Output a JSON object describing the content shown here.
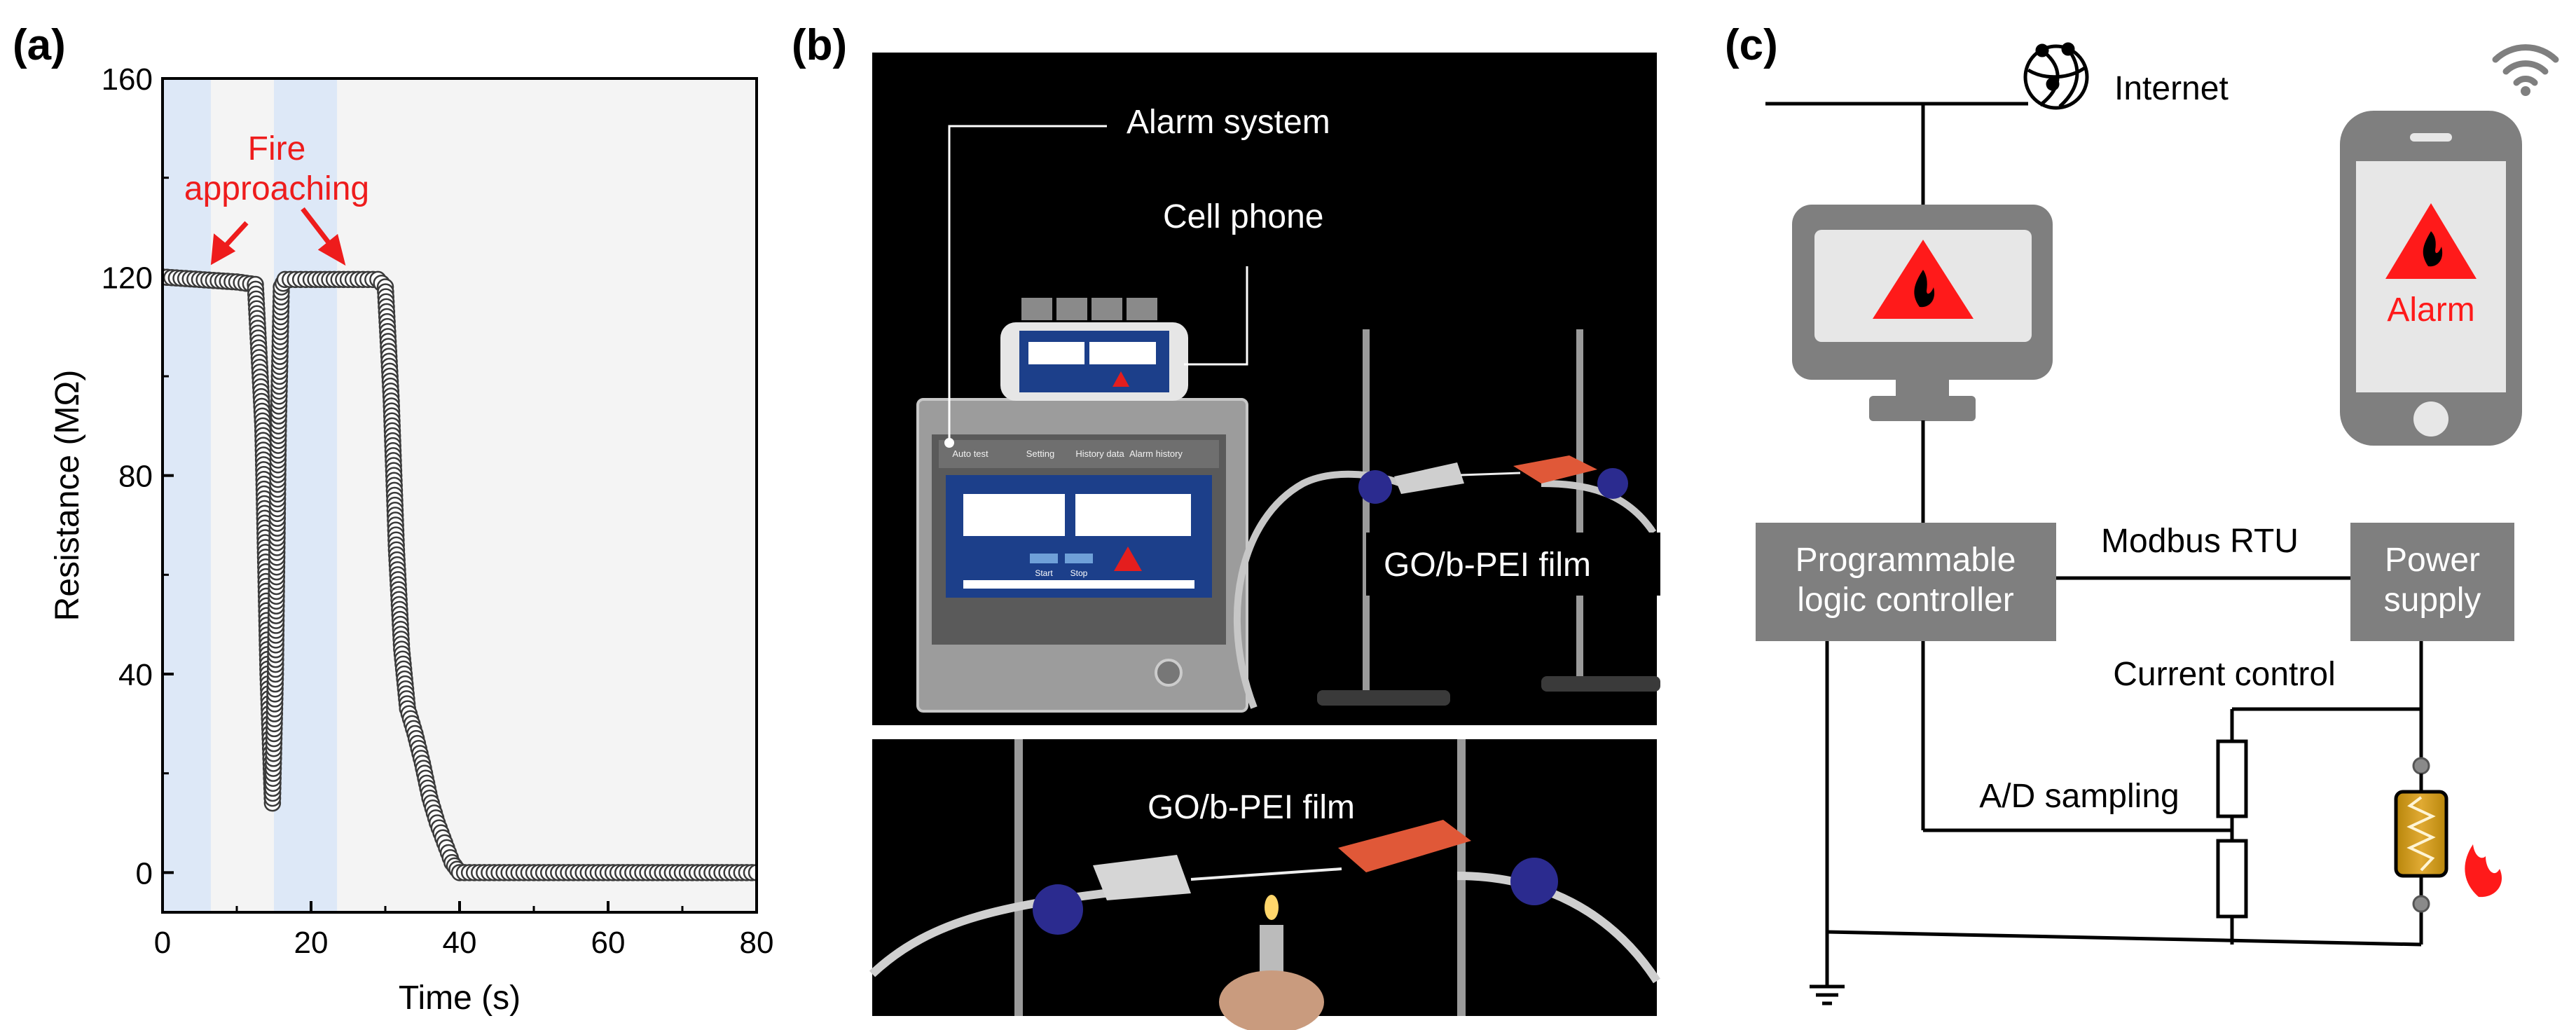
{
  "panels": {
    "a": {
      "label": "(a)",
      "annotation_line1": "Fire",
      "annotation_line2": "approaching"
    },
    "b": {
      "label": "(b)",
      "callout_alarm_system": "Alarm system",
      "callout_cell_phone": "Cell phone",
      "film_label_top": "GO/b-PEI film",
      "film_label_bottom": "GO/b-PEI film",
      "screen_tabs": [
        "Auto test",
        "Setting",
        "History data",
        "Alarm history"
      ],
      "screen_buttons": [
        "Start",
        "Stop"
      ]
    },
    "c": {
      "label": "(c)",
      "internet": "Internet",
      "plc_line1": "Programmable",
      "plc_line2": "logic controller",
      "power_line1": "Power",
      "power_line2": "supply",
      "modbus": "Modbus RTU",
      "current_control": "Current control",
      "ad_sampling": "A/D sampling",
      "phone_alarm": "Alarm"
    }
  },
  "colors": {
    "annotation_red": "#ee1c1c",
    "fire_band": "#dde8f7",
    "plot_background": "#f4f4f4",
    "device_gray": "#7f7f7f",
    "photo_black": "#000000"
  },
  "chart_data": {
    "type": "scatter",
    "xlabel": "Time (s)",
    "ylabel": "Resistance (MΩ)",
    "xlim": [
      0,
      80
    ],
    "ylim": [
      -8,
      160
    ],
    "xticks": [
      0,
      20,
      40,
      60,
      80
    ],
    "yticks": [
      0,
      40,
      80,
      120,
      160
    ],
    "fire_intervals": [
      [
        0,
        6.5
      ],
      [
        15,
        23.5
      ]
    ],
    "series": [
      {
        "points": [
          [
            0,
            120
          ],
          [
            5,
            119.5
          ],
          [
            10,
            119
          ],
          [
            12.5,
            118.5
          ],
          [
            13.5,
            90
          ],
          [
            14.2,
            40
          ],
          [
            14.8,
            14
          ],
          [
            15.2,
            40
          ],
          [
            15.6,
            90
          ],
          [
            16,
            118
          ],
          [
            16.5,
            119.5
          ],
          [
            20,
            119.5
          ],
          [
            25,
            119.5
          ],
          [
            29,
            119.5
          ],
          [
            30,
            118
          ],
          [
            30.8,
            95
          ],
          [
            31.5,
            65
          ],
          [
            32.2,
            45
          ],
          [
            33,
            33
          ],
          [
            34,
            28
          ],
          [
            35,
            22
          ],
          [
            36,
            15
          ],
          [
            37,
            10
          ],
          [
            38,
            6
          ],
          [
            39,
            2
          ],
          [
            40,
            0
          ],
          [
            50,
            0
          ],
          [
            60,
            0
          ],
          [
            70,
            0
          ],
          [
            80,
            0
          ]
        ]
      }
    ]
  }
}
